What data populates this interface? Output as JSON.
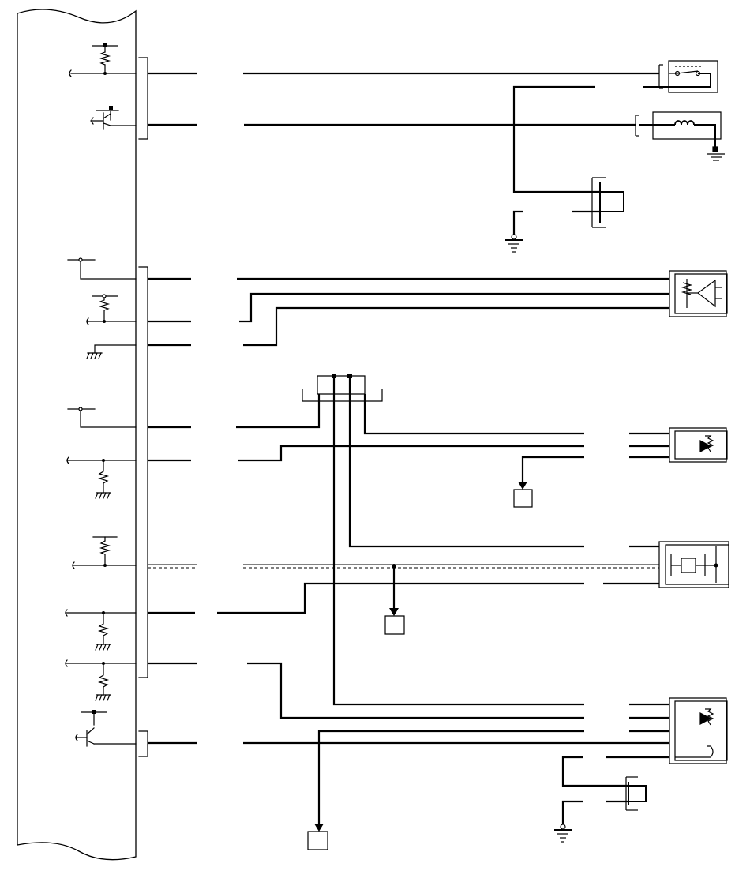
{
  "diagram": {
    "title": "",
    "labels": [],
    "colors": {
      "line": "#000000",
      "background": "#ffffff",
      "shielded": "#000000"
    },
    "components": [
      {
        "name": "control-module",
        "icon": "module-outline"
      },
      {
        "name": "connector-upper",
        "icon": "connector-bracket"
      },
      {
        "name": "connector-middle",
        "icon": "connector-bracket"
      },
      {
        "name": "connector-lower",
        "icon": "connector-bracket"
      },
      {
        "name": "switch-sensor",
        "icon": "switch-icon"
      },
      {
        "name": "solenoid-coil",
        "icon": "coil-icon"
      },
      {
        "name": "relay-connector",
        "icon": "connector-icon"
      },
      {
        "name": "amplifier-sensor",
        "icon": "amplifier-icon"
      },
      {
        "name": "splice-block",
        "icon": "splice-icon"
      },
      {
        "name": "potentiometer-sensor-1",
        "icon": "potentiometer-icon"
      },
      {
        "name": "crystal-sensor",
        "icon": "crystal-icon"
      },
      {
        "name": "potentiometer-sensor-2",
        "icon": "potentiometer-icon"
      },
      {
        "name": "ground-reference-box-1",
        "icon": "box-icon"
      },
      {
        "name": "ground-reference-box-2",
        "icon": "box-icon"
      },
      {
        "name": "ground-reference-box-3",
        "icon": "box-icon"
      }
    ]
  }
}
